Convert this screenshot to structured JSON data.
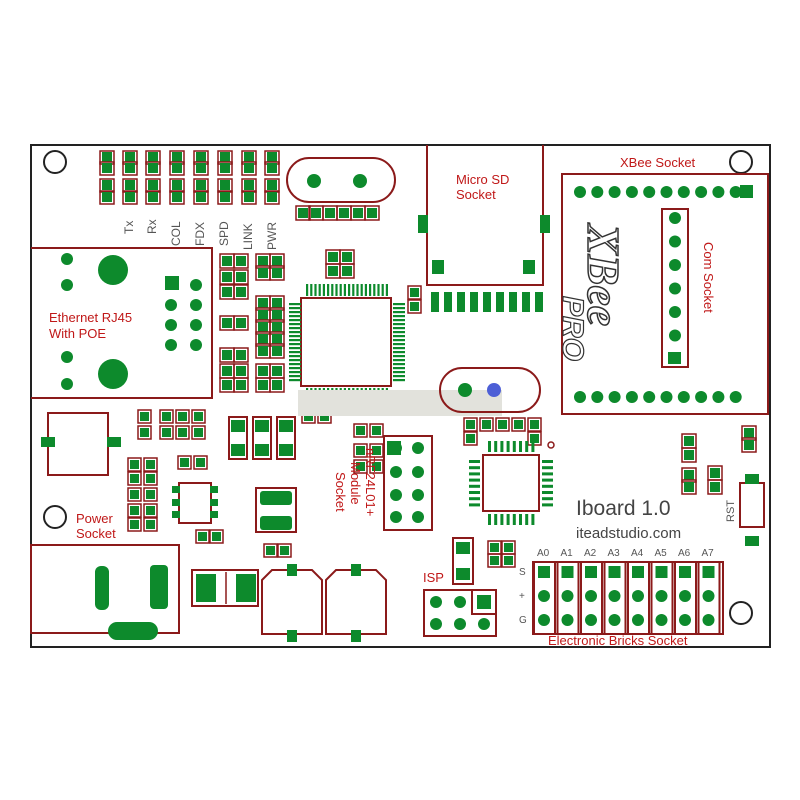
{
  "labels": {
    "tx": "Tx",
    "rx": "Rx",
    "col": "COL",
    "fdx": "FDX",
    "spd": "SPD",
    "link": "LINK",
    "pwr": "PWR",
    "micro_sd_1": "Micro SD",
    "micro_sd_2": "Socket",
    "xbee_socket": "XBee Socket",
    "com_socket": "Com Socket",
    "xbee_logo": "XBee",
    "xbee_pro": "PRO",
    "ethernet_1": "Ethernet RJ45",
    "ethernet_2": "With POE",
    "power_1": "Power",
    "power_2": "Socket",
    "nrf_1": "nRF24L01+",
    "nrf_2": "Module",
    "nrf_3": "Socket",
    "isp": "ISP",
    "board_name": "Iboard 1.0",
    "website": "iteadstudio.com",
    "rst": "RST",
    "pin_s": "S",
    "pin_plus": "+",
    "pin_g": "G",
    "bricks": "Electronic Bricks Socket",
    "analog": [
      "A0",
      "A1",
      "A2",
      "A3",
      "A4",
      "A5",
      "A6",
      "A7"
    ]
  },
  "colors": {
    "silkscreen": "#8b1a1a",
    "copper": "#0d8a2c",
    "label": "#c01818"
  }
}
